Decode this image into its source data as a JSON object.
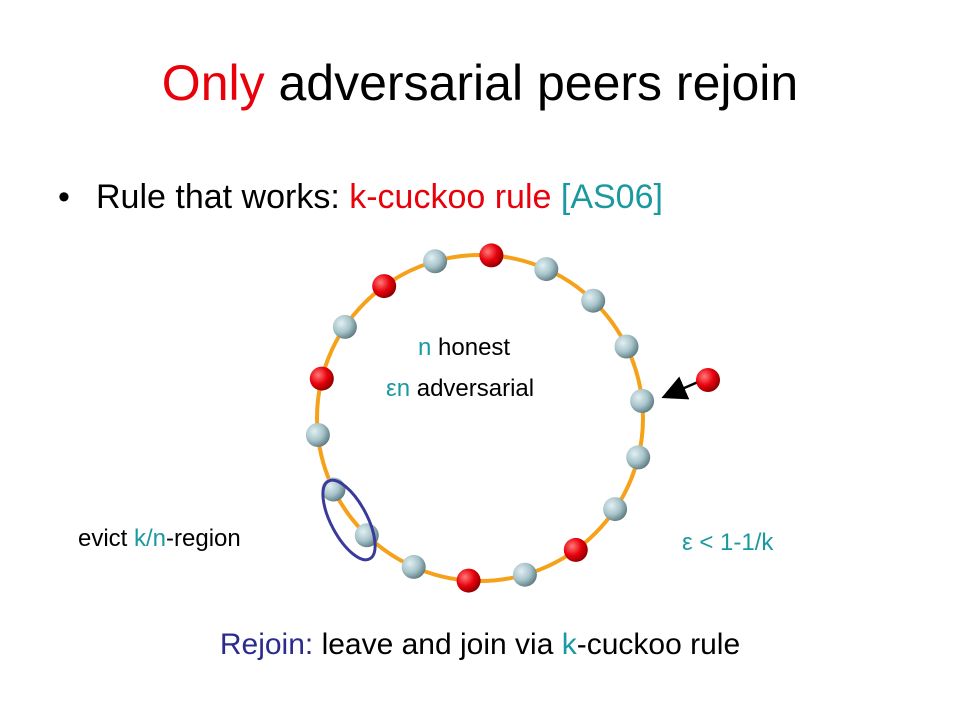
{
  "title": {
    "highlight": "Only",
    "rest": " adversarial peers rejoin"
  },
  "bullet": {
    "glyph": "•",
    "prefix": "Rule that works: ",
    "rule": "k-cuckoo rule",
    "citation": "[AS06]"
  },
  "ring_labels": {
    "honest_var": "n",
    "honest_text": " honest",
    "adv_var": "εn",
    "adv_text": " adversarial"
  },
  "evict": {
    "prefix": "evict ",
    "region": "k/n",
    "suffix": "-region"
  },
  "epsilon": {
    "text": "ε < 1-1/k"
  },
  "rejoin": {
    "label": "Rejoin:",
    "middle": " leave and join via ",
    "k": "k",
    "suffix": "-cuckoo rule"
  },
  "nodes": [
    {
      "type": "adversarial"
    },
    {
      "type": "honest"
    },
    {
      "type": "honest"
    },
    {
      "type": "honest"
    },
    {
      "type": "honest"
    },
    {
      "type": "honest"
    },
    {
      "type": "honest"
    },
    {
      "type": "adversarial"
    },
    {
      "type": "honest"
    },
    {
      "type": "adversarial"
    },
    {
      "type": "honest"
    },
    {
      "type": "honest"
    },
    {
      "type": "honest"
    },
    {
      "type": "honest"
    },
    {
      "type": "adversarial"
    },
    {
      "type": "honest"
    },
    {
      "type": "adversarial"
    },
    {
      "type": "honest"
    }
  ],
  "incoming_node": {
    "type": "adversarial"
  },
  "colors": {
    "title_highlight": "#e8000b",
    "rule_red": "#e8000b",
    "teal": "#1a9aa0",
    "navy": "#2b2b8f",
    "ring": "#f5a21a",
    "honest_node": "#a7c4ca",
    "adversarial_node": "#e8000b",
    "evict_ellipse": "#3a3a9a"
  }
}
